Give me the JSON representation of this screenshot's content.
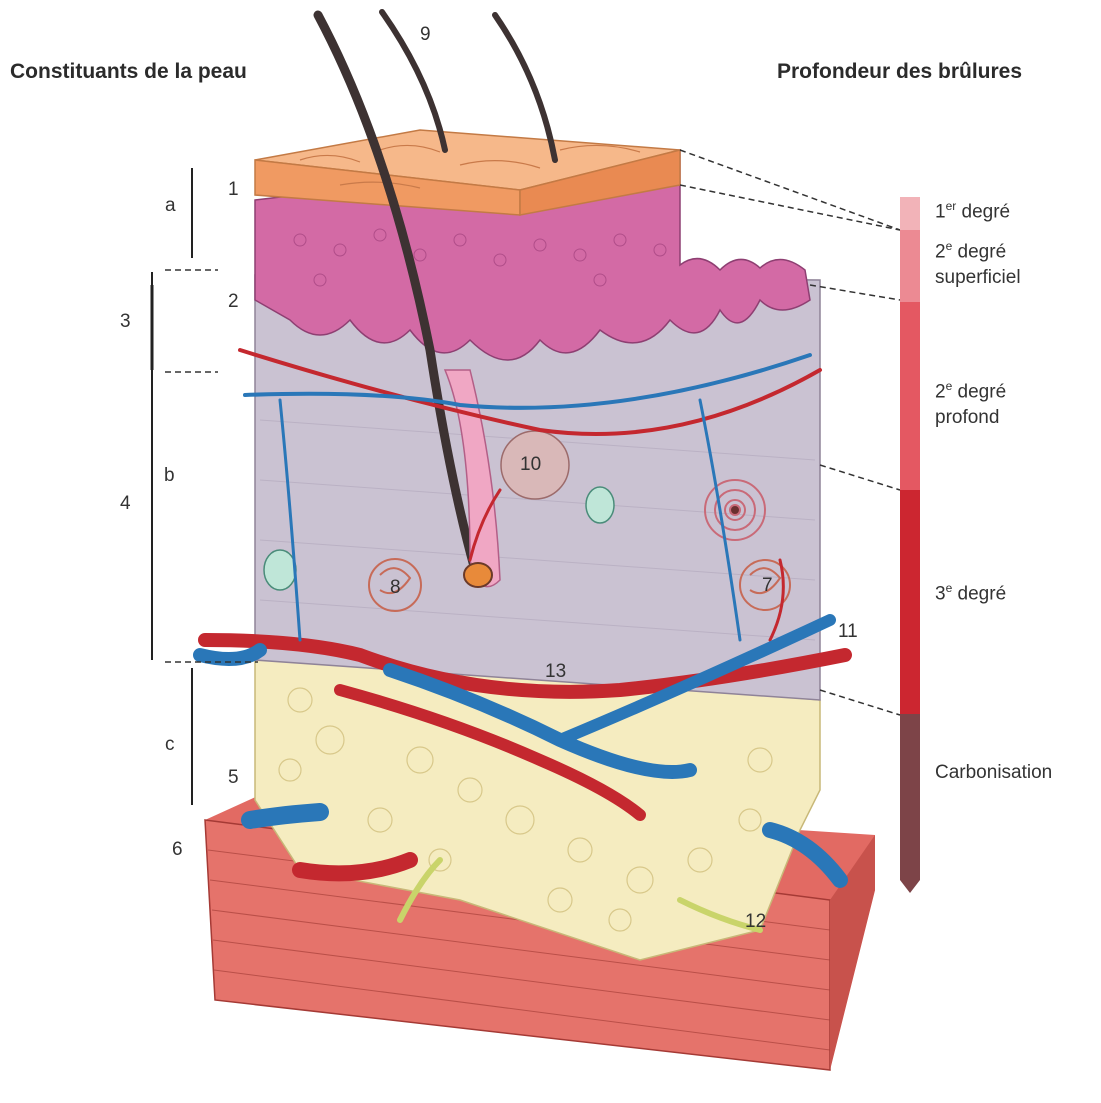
{
  "headers": {
    "left": "Constituants de la peau",
    "right": "Profondeur des brûlures"
  },
  "layer_letters": [
    "a",
    "b",
    "c"
  ],
  "numbers": [
    "1",
    "2",
    "3",
    "4",
    "5",
    "6",
    "7",
    "8",
    "9",
    "10",
    "11",
    "12",
    "13"
  ],
  "burn_degrees": [
    {
      "main": "1",
      "sup": "er",
      "rest": " degré",
      "line2": ""
    },
    {
      "main": "2",
      "sup": "e",
      "rest": " degré",
      "line2": "superficiel"
    },
    {
      "main": "2",
      "sup": "e",
      "rest": " degré",
      "line2": "profond"
    },
    {
      "main": "3",
      "sup": "e",
      "rest": " degré",
      "line2": ""
    },
    {
      "main": "",
      "sup": "",
      "rest": "Carbonisation",
      "line2": ""
    }
  ],
  "colors": {
    "first_degree": "#f2b3b8",
    "second_superficial": "#ec8a93",
    "second_deep": "#e45862",
    "third_degree": "#cc2630",
    "carbonisation": "#7d4448",
    "epidermis": "#f5a774",
    "dermis_papillary": "#d36aa5",
    "dermis": "#c9c0cf",
    "hypodermis": "#f5ecc0",
    "muscle": "#e26a63",
    "artery": "#c4282f",
    "vein": "#2a77b8"
  }
}
